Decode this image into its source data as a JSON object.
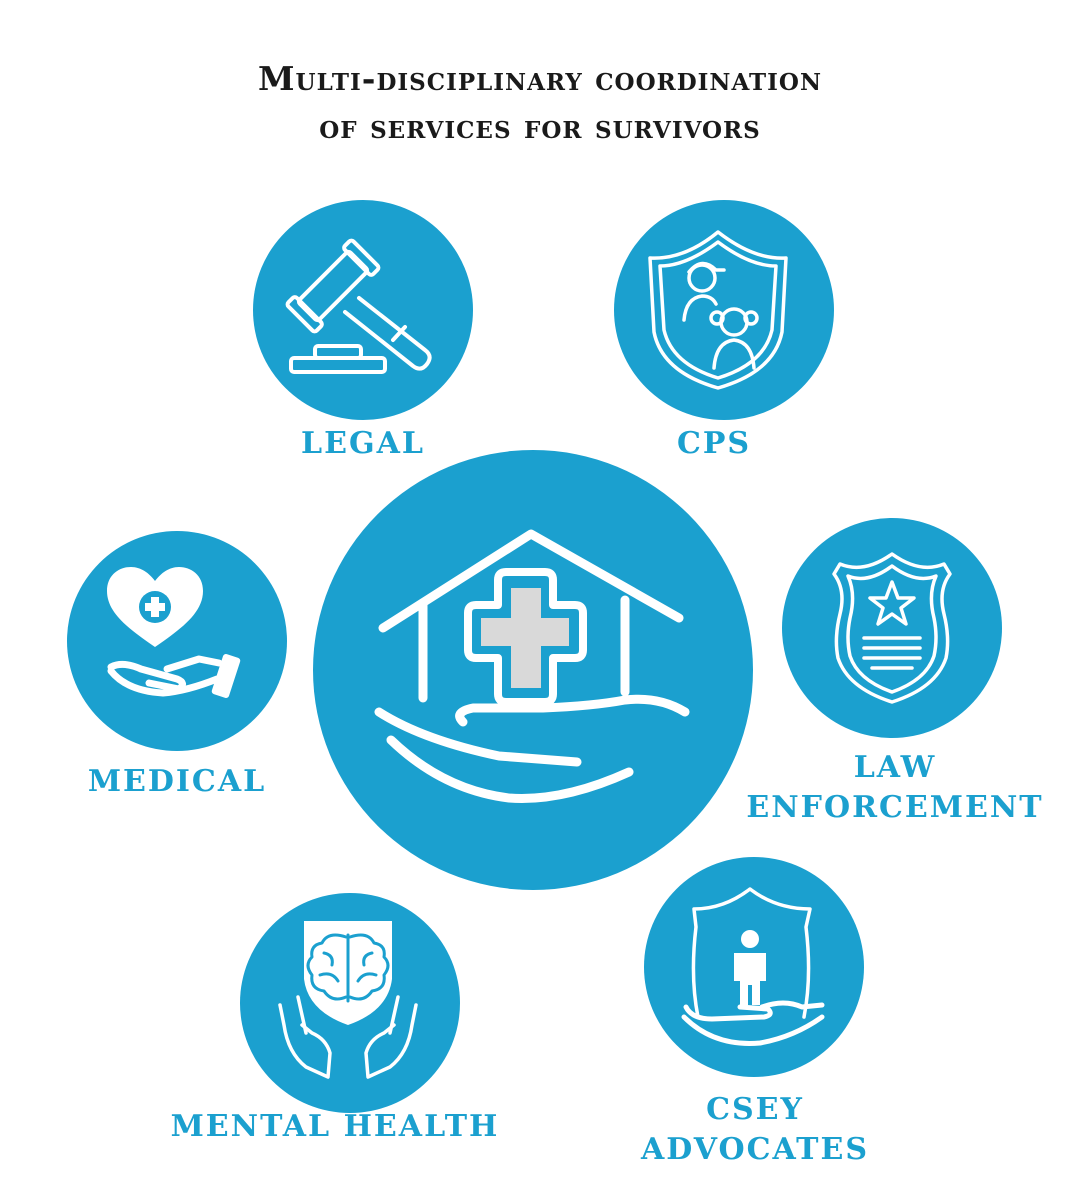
{
  "title": {
    "line1": "Multi-disciplinary coordination",
    "line2": "of services for survivors"
  },
  "center": {
    "icon": "house-care-icon"
  },
  "services": {
    "legal": {
      "label": "LEGAL",
      "icon": "gavel-icon"
    },
    "cps": {
      "label": "CPS",
      "icon": "child-shield-icon"
    },
    "medical": {
      "label": "MEDICAL",
      "icon": "heart-hand-icon"
    },
    "law_enforcement": {
      "label_line1": "LAW",
      "label_line2": "ENFORCEMENT",
      "icon": "police-badge-icon"
    },
    "mental_health": {
      "label": "MENTAL HEALTH",
      "icon": "brain-hands-icon"
    },
    "csey_advocates": {
      "label_line1": "CSEY",
      "label_line2": "ADVOCATES",
      "icon": "person-shield-hand-icon"
    }
  },
  "colors": {
    "accent": "#1ba0cf",
    "title": "#1a1a1a",
    "cross_fill": "#d9d9d9"
  }
}
